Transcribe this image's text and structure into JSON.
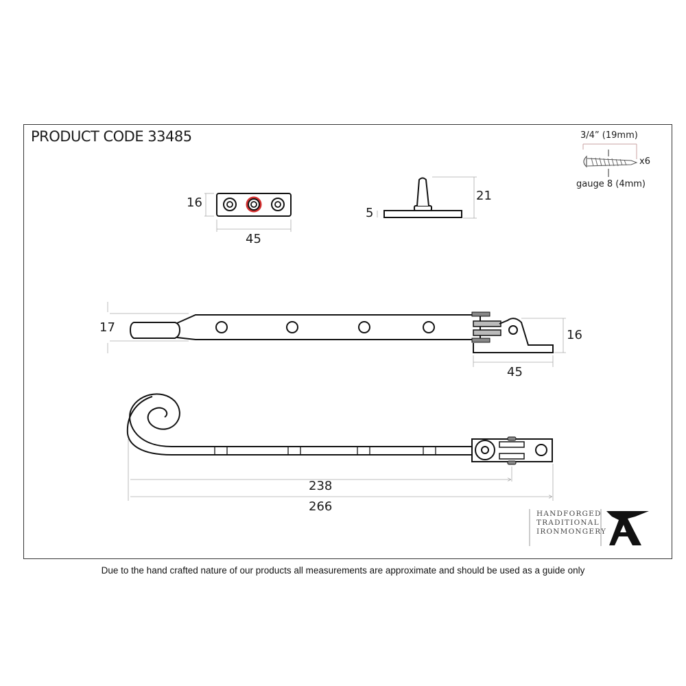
{
  "header": {
    "title": "PRODUCT CODE 33485"
  },
  "screw_spec": {
    "length": "3/4” (19mm)",
    "quantity": "x6",
    "gauge": "gauge 8 (4mm)"
  },
  "pin_plate_top_view": {
    "height": "16",
    "width": "45",
    "highlight_color": "#d62f2f"
  },
  "pin_side_view": {
    "plate_thickness": "5",
    "overall_height": "21"
  },
  "stay_top_view": {
    "width": "17",
    "bracket_height": "16",
    "bracket_width": "45"
  },
  "stay_side_view": {
    "inner_length": "238",
    "overall_length": "266"
  },
  "brand": {
    "lines": [
      "HANDFORGED",
      "TRADITIONAL",
      "IRONMONGERY"
    ],
    "mark": "anvil-logo"
  },
  "footer": {
    "disclaimer": "Due to the hand crafted nature of our products all measurements are approximate and should be used as a guide only"
  },
  "colors": {
    "line": "#111111",
    "dimension": "#999999",
    "accent": "#d62f2f"
  }
}
